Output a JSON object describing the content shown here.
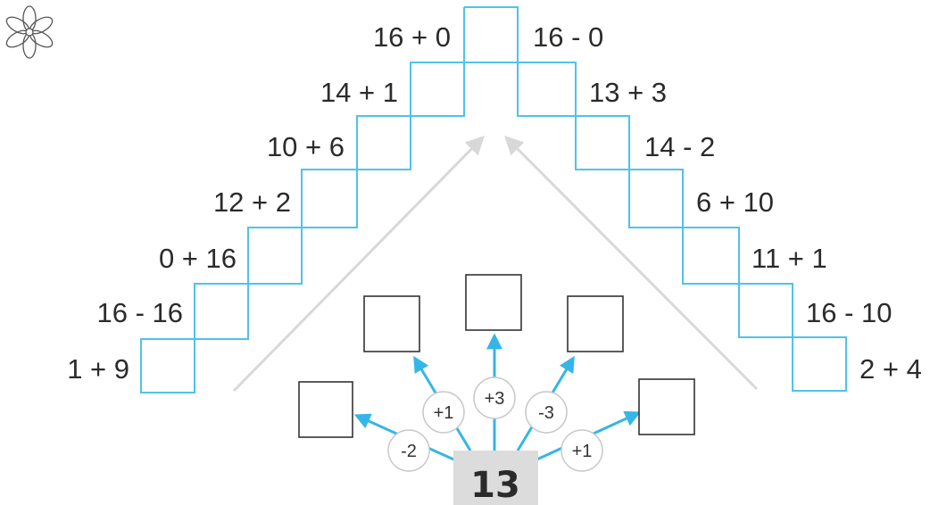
{
  "left_staircase": [
    "16 + 0",
    "14 + 1",
    "10 + 6",
    "12 + 2",
    "0 + 16",
    "16 - 16",
    "1 + 9"
  ],
  "right_staircase": [
    "16 - 0",
    "13 + 3",
    "14 - 2",
    "6 + 10",
    "11 + 1",
    "16 - 10",
    "2 + 4"
  ],
  "center": {
    "number": "13",
    "operations": [
      "-2",
      "+1",
      "+3",
      "-3",
      "+1"
    ]
  },
  "colors": {
    "staircase": "#4fc3e8",
    "arrow": "#35b6e6",
    "guide_arrow": "#d8d8d8",
    "center_box": "#dcdcdc",
    "answer_box": "#333333"
  },
  "icons": [
    "flower-icon"
  ]
}
